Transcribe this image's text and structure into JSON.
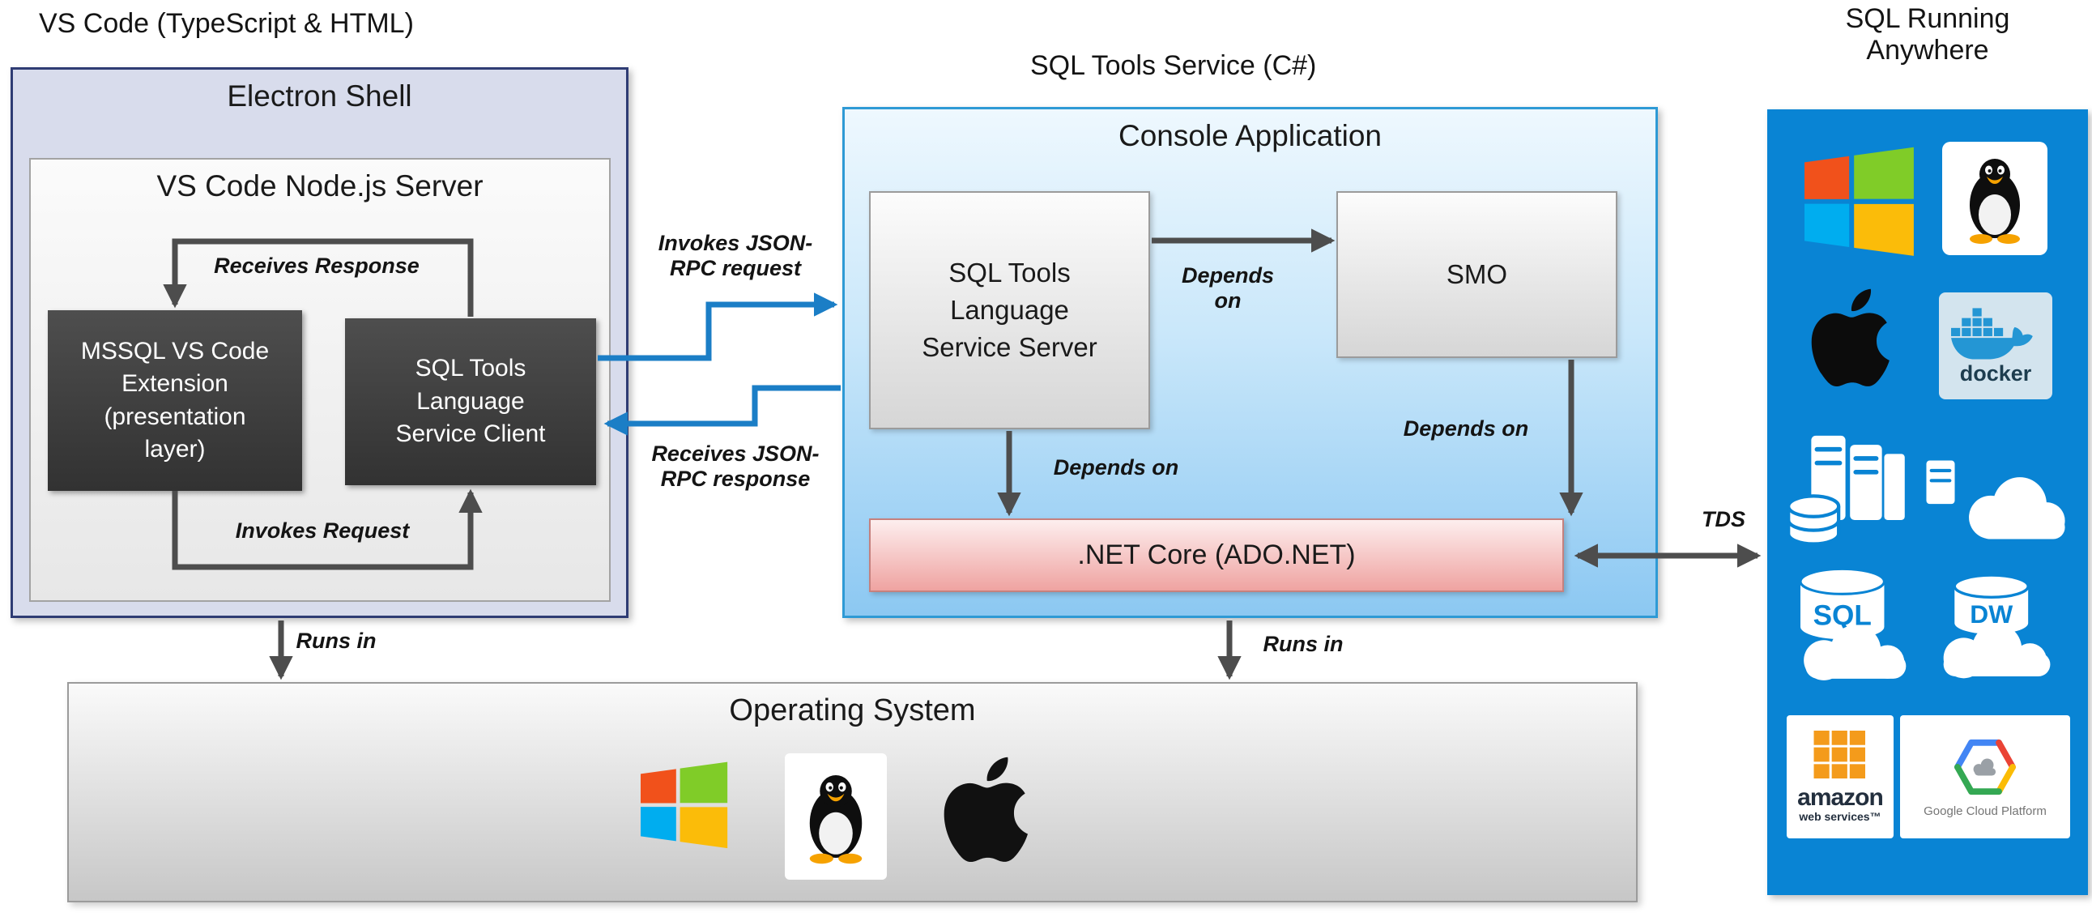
{
  "section_titles": {
    "vscode": "VS Code (TypeScript & HTML)",
    "sql_tools_service": "SQL Tools Service (C#)",
    "sql_running_anywhere": "SQL Running\nAnywhere"
  },
  "electron_shell": {
    "title": "Electron Shell",
    "node_server": {
      "title": "VS Code Node.js Server",
      "mssql_extension": "MSSQL VS Code\nExtension\n(presentation\nlayer)",
      "service_client": "SQL Tools\nLanguage\nService Client",
      "receives_response": "Receives Response",
      "invokes_request": "Invokes Request"
    }
  },
  "console_app": {
    "title": "Console Application",
    "service_server": "SQL Tools\nLanguage\nService Server",
    "smo": "SMO",
    "netcore": ".NET Core (ADO.NET)",
    "depends_on_smo": "Depends\non",
    "depends_on_left": "Depends on",
    "depends_on_right": "Depends on"
  },
  "rpc_labels": {
    "invokes": "Invokes JSON-\nRPC request",
    "receives": "Receives JSON-\nRPC response"
  },
  "link_labels": {
    "tds": "TDS",
    "runs_in_left": "Runs in",
    "runs_in_center": "Runs in"
  },
  "operating_system": {
    "title": "Operating System",
    "icons": [
      "windows-logo",
      "linux-tux",
      "apple-logo"
    ]
  },
  "sql_anywhere_box": {
    "icons": [
      "windows-logo",
      "linux-tux",
      "apple-logo",
      "docker",
      "server-cluster",
      "cloud-server",
      "sql-database-cloud",
      "dw-database-cloud",
      "amazon-web-services",
      "google-cloud-platform"
    ],
    "docker_label": "docker",
    "sql_label": "SQL",
    "dw_label": "DW",
    "aws_name": "amazon",
    "aws_sub": "web services™",
    "gcp_label": "Google Cloud Platform"
  },
  "colors": {
    "azure_blue_box": "#0984d4",
    "rpc_arrow_blue": "#1b7ec6",
    "arrow_gray": "#4d4d4d",
    "electron_border": "#2f3c74",
    "console_border": "#2e9ad5",
    "netcore_border": "#c5817e"
  }
}
